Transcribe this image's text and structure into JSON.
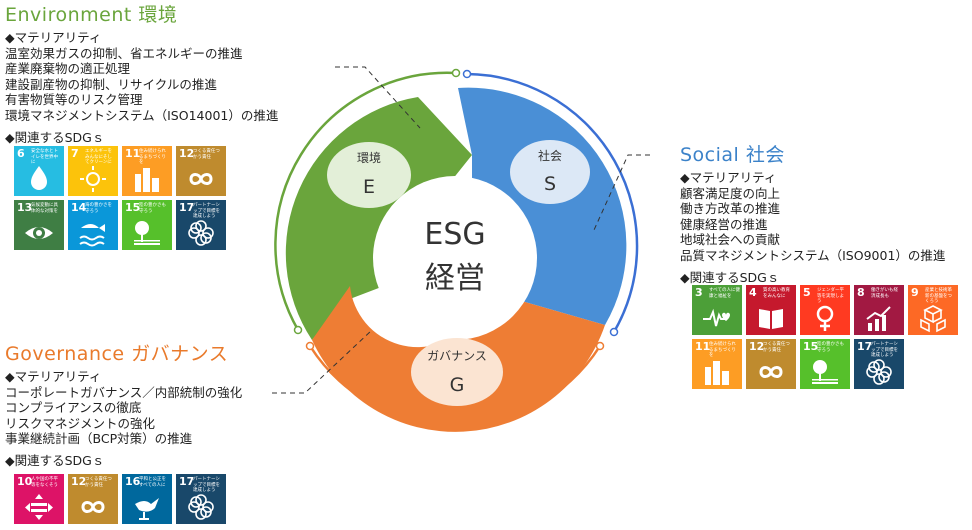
{
  "environment": {
    "title": "Environment 環境",
    "materiality_heading": "◆マテリアリティ",
    "items": [
      "温室効果ガスの抑制、省エネルギーの推進",
      "産業廃棄物の適正処理",
      "建設副産物の抑制、リサイクルの推進",
      "有害物質等のリスク管理",
      "環境マネジメントシステム（ISO14001）の推進"
    ],
    "sdg_heading": "◆関連するSDGｓ",
    "sdgs": [
      {
        "num": "6",
        "label": "安全な水とトイレを世界中に",
        "color": "#26bde2",
        "icon": "water-drop-icon"
      },
      {
        "num": "7",
        "label": "エネルギーをみんなにそしてクリーンに",
        "color": "#fcc30b",
        "icon": "sun-icon"
      },
      {
        "num": "11",
        "label": "住み続けられるまちづくりを",
        "color": "#fd9d24",
        "icon": "city-icon"
      },
      {
        "num": "12",
        "label": "つくる責任つかう責任",
        "color": "#bf8b2e",
        "icon": "infinity-icon"
      },
      {
        "num": "13",
        "label": "気候変動に具体的な対策を",
        "color": "#3f7e44",
        "icon": "eye-globe-icon"
      },
      {
        "num": "14",
        "label": "海の豊かさを守ろう",
        "color": "#0a97d9",
        "icon": "fish-icon"
      },
      {
        "num": "15",
        "label": "陸の豊かさも守ろう",
        "color": "#56c02b",
        "icon": "tree-icon"
      },
      {
        "num": "17",
        "label": "パートナーシップで目標を達成しよう",
        "color": "#19486a",
        "icon": "flower-icon"
      }
    ]
  },
  "social": {
    "title": "Social 社会",
    "materiality_heading": "◆マテリアリティ",
    "items": [
      "顧客満足度の向上",
      "働き方改革の推進",
      "健康経営の推進",
      "地域社会への貢献",
      "品質マネジメントシステム（ISO9001）の推進"
    ],
    "sdg_heading": "◆関連するSDGｓ",
    "sdgs": [
      {
        "num": "3",
        "label": "すべての人に健康と福祉を",
        "color": "#4c9f38",
        "icon": "heartbeat-icon"
      },
      {
        "num": "4",
        "label": "質の高い教育をみんなに",
        "color": "#c5192d",
        "icon": "book-icon"
      },
      {
        "num": "5",
        "label": "ジェンダー平等を実現しよう",
        "color": "#ff3a21",
        "icon": "gender-icon"
      },
      {
        "num": "8",
        "label": "働きがいも経済成長も",
        "color": "#a21942",
        "icon": "growth-chart-icon"
      },
      {
        "num": "9",
        "label": "産業と技術革新の基盤をつくろう",
        "color": "#fd6925",
        "icon": "cubes-icon"
      },
      {
        "num": "11",
        "label": "住み続けられるまちづくりを",
        "color": "#fd9d24",
        "icon": "city-icon"
      },
      {
        "num": "12",
        "label": "つくる責任つかう責任",
        "color": "#bf8b2e",
        "icon": "infinity-icon"
      },
      {
        "num": "15",
        "label": "陸の豊かさも守ろう",
        "color": "#56c02b",
        "icon": "tree-icon"
      },
      {
        "num": "17",
        "label": "パートナーシップで目標を達成しよう",
        "color": "#19486a",
        "icon": "flower-icon"
      }
    ]
  },
  "governance": {
    "title": "Governance ガバナンス",
    "materiality_heading": "◆マテリアリティ",
    "items": [
      "コーポレートガバナンス／内部統制の強化",
      "コンプライアンスの徹底",
      "リスクマネジメントの強化",
      "事業継続計画（BCP対策）の推進"
    ],
    "sdg_heading": "◆関連するSDGｓ",
    "sdgs": [
      {
        "num": "10",
        "label": "人や国の不平等をなくそう",
        "color": "#dd1367",
        "icon": "equality-icon"
      },
      {
        "num": "12",
        "label": "つくる責任つかう責任",
        "color": "#bf8b2e",
        "icon": "infinity-icon"
      },
      {
        "num": "16",
        "label": "平和と公正をすべての人に",
        "color": "#00689d",
        "icon": "dove-icon"
      },
      {
        "num": "17",
        "label": "パートナーシップで目標を達成しよう",
        "color": "#19486a",
        "icon": "flower-icon"
      }
    ]
  },
  "cycle": {
    "center_line1": "ESG",
    "center_line2": "経営",
    "e_label_jp": "環境",
    "e_letter": "E",
    "s_label_jp": "社会",
    "s_letter": "S",
    "g_label_jp": "ガバナンス",
    "g_letter": "G",
    "colors": {
      "environment": "#6aa53c",
      "social": "#4a8fd6",
      "governance": "#ee7d34"
    }
  }
}
